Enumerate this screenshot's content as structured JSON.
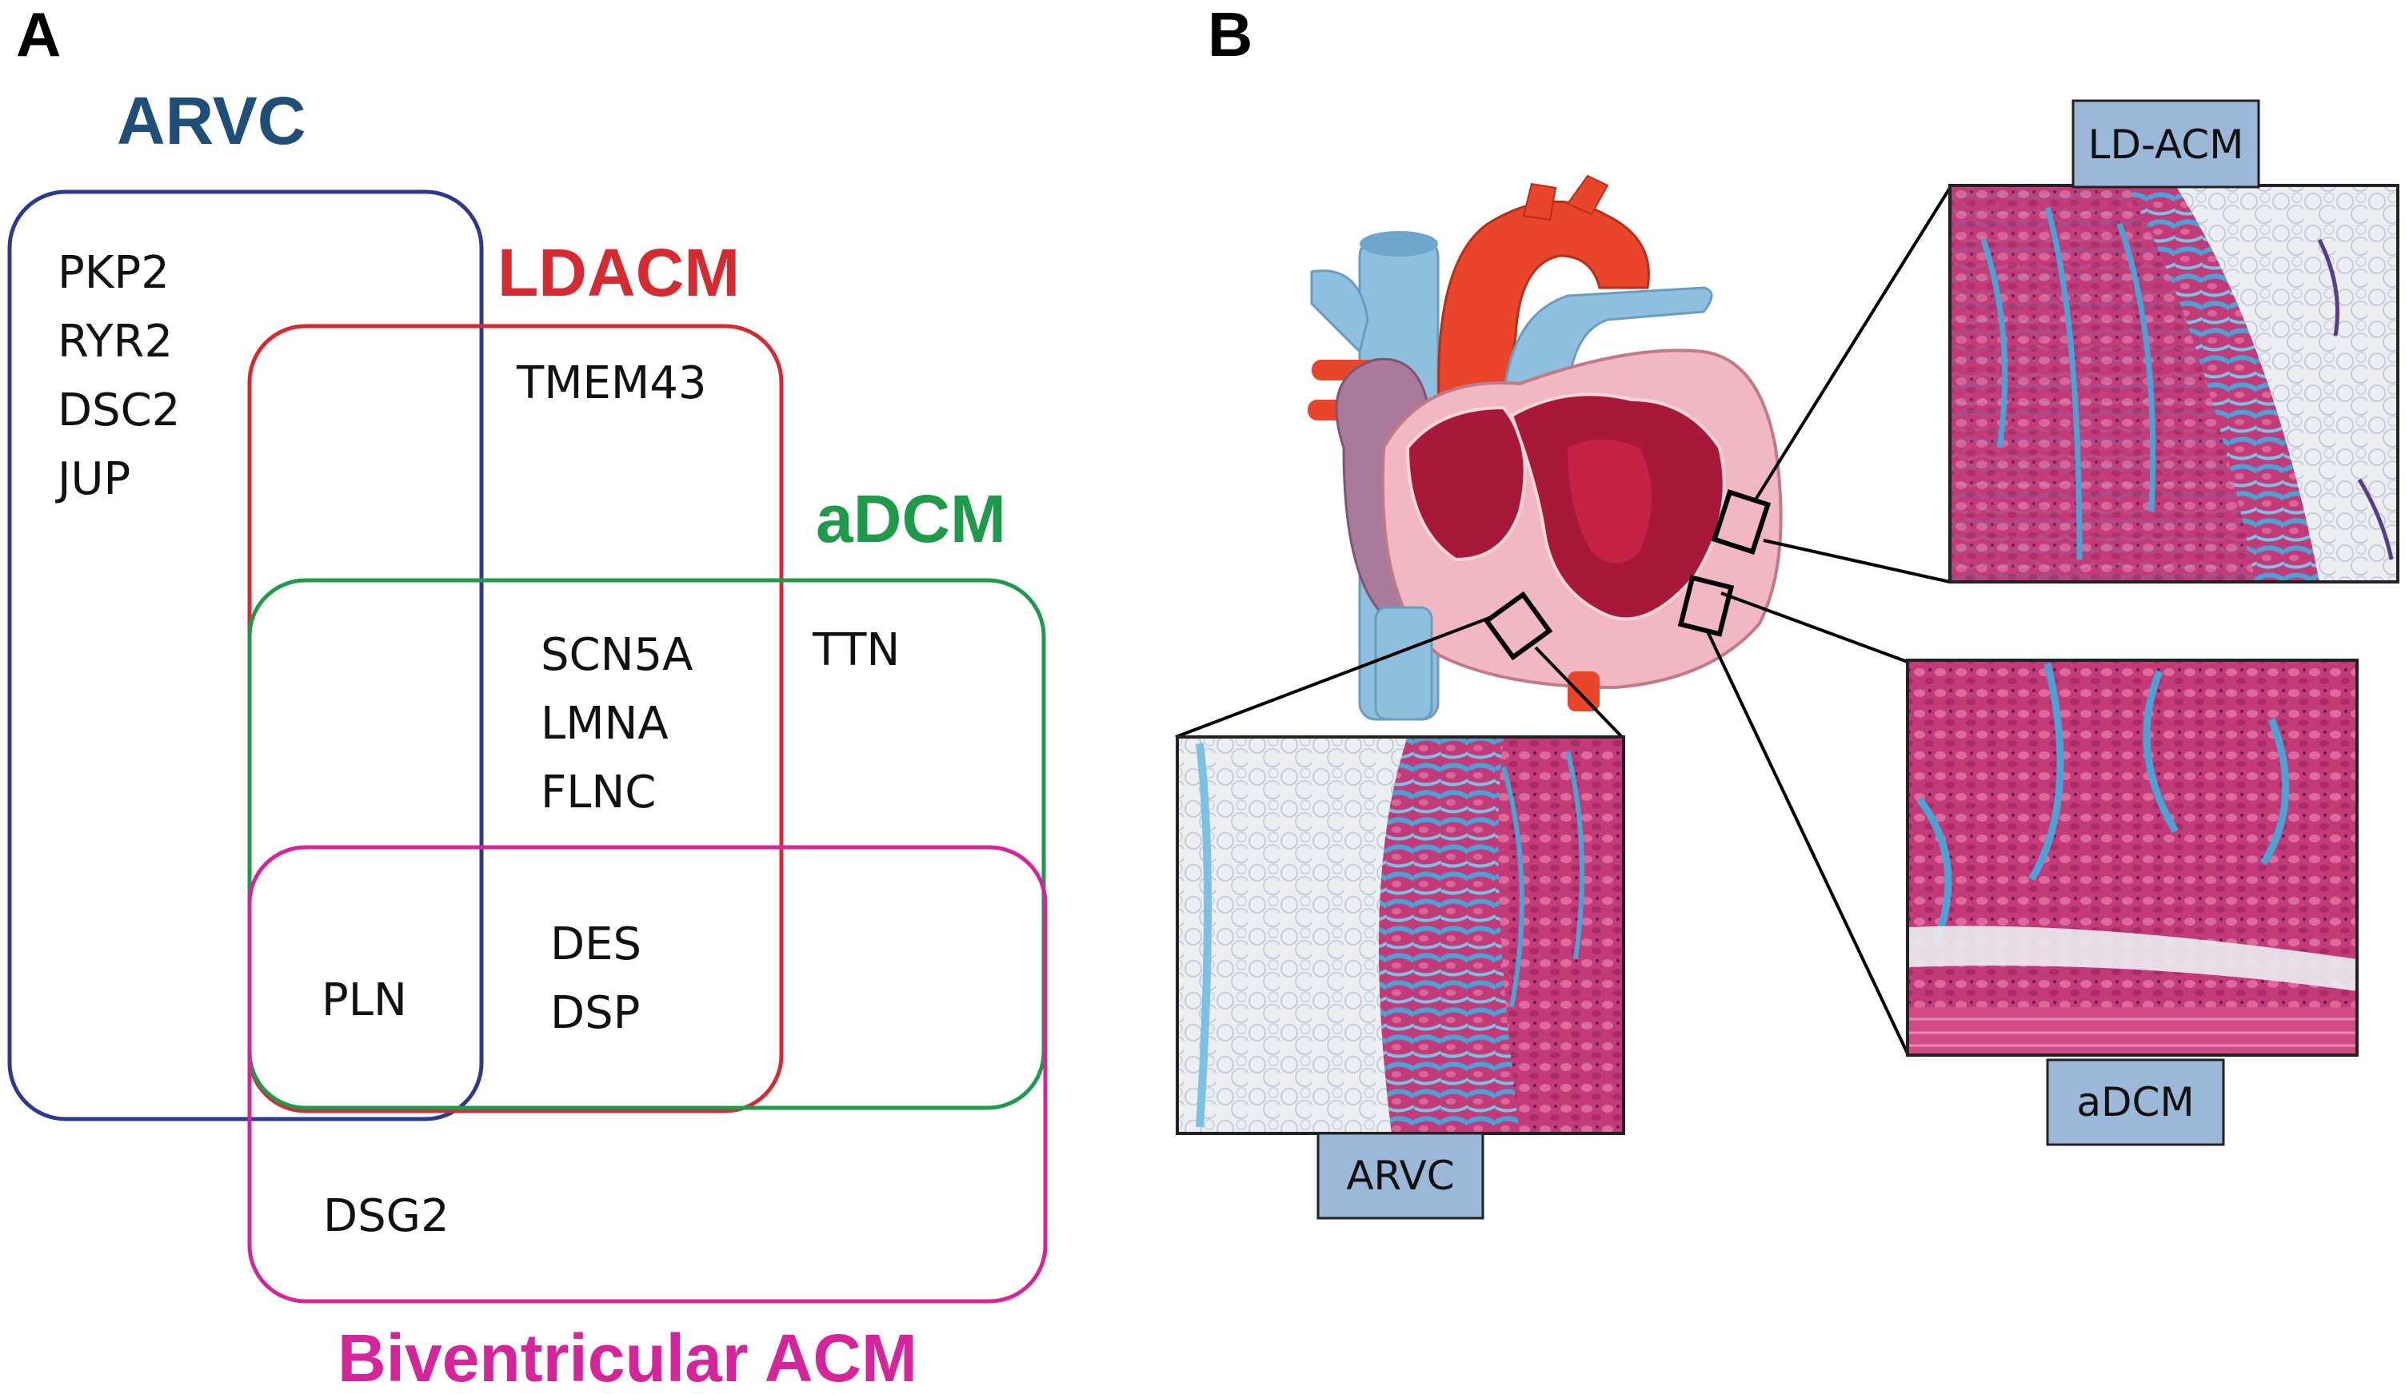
{
  "panels": {
    "a": {
      "letter": "A"
    },
    "b": {
      "letter": "B"
    }
  },
  "venn": {
    "sets": [
      {
        "id": "arvc",
        "name": "ARVC",
        "color": "#2d3a8c",
        "title_color": "#1f4e79"
      },
      {
        "id": "ldacm",
        "name": "LDACM",
        "color": "#d62a32",
        "title_color": "#d62a32"
      },
      {
        "id": "adcm",
        "name": "aDCM",
        "color": "#1e9a4a",
        "title_color": "#1e9a4a"
      },
      {
        "id": "biv",
        "name": "Biventricular ACM",
        "color": "#d6259a",
        "title_color": "#d6259a"
      }
    ],
    "genes": {
      "arvc_only": [
        "PKP2",
        "RYR2",
        "DSC2",
        "JUP"
      ],
      "ldacm_only": [
        "TMEM43"
      ],
      "ldacm_adcm": [
        "SCN5A",
        "LMNA",
        "FLNC"
      ],
      "adcm_only": [
        "TTN"
      ],
      "all_four": [
        "PLN"
      ],
      "ldacm_adcm_biv": [
        "DES",
        "DSP"
      ],
      "biv_only": [
        "DSG2"
      ]
    }
  },
  "histology": {
    "labels": {
      "ld_acm": "LD-ACM",
      "adcm": "aDCM",
      "arvc": "ARVC"
    },
    "label_fill": "#9bb8d9",
    "stain_colors": {
      "muscle": "#c23a78",
      "fibrosis": "#4aa3d4",
      "fat": "#eceef2"
    }
  },
  "heart": {
    "colors": {
      "aorta": "#e8452a",
      "vessels": "#8ebfdf",
      "myocardium_outer": "#f2b8c2",
      "myocardium_inner": "#a81838",
      "atrium": "#a97a9a"
    }
  }
}
